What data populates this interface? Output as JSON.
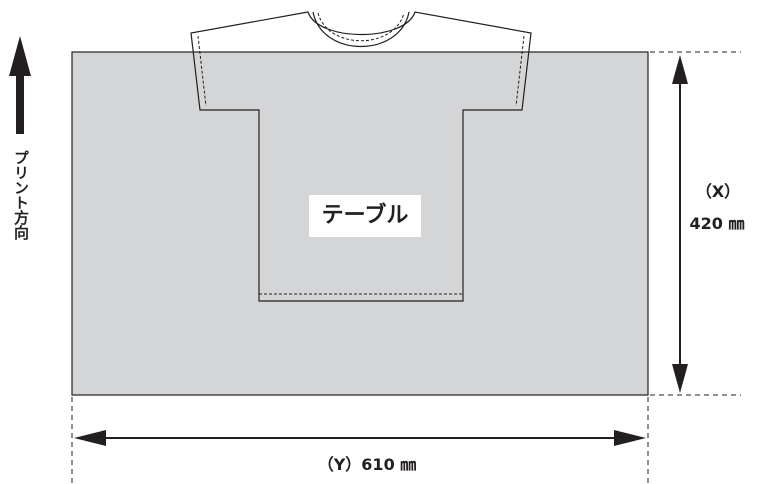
{
  "labels": {
    "table": "テーブル",
    "print_direction": "プリント方向",
    "x_axis": "（X）",
    "x_value": "420 ㎜",
    "y_axis": "（Y）",
    "y_value": "610 ㎜"
  },
  "colors": {
    "table_fill": "#d4d5d7",
    "line": "#231f20"
  }
}
